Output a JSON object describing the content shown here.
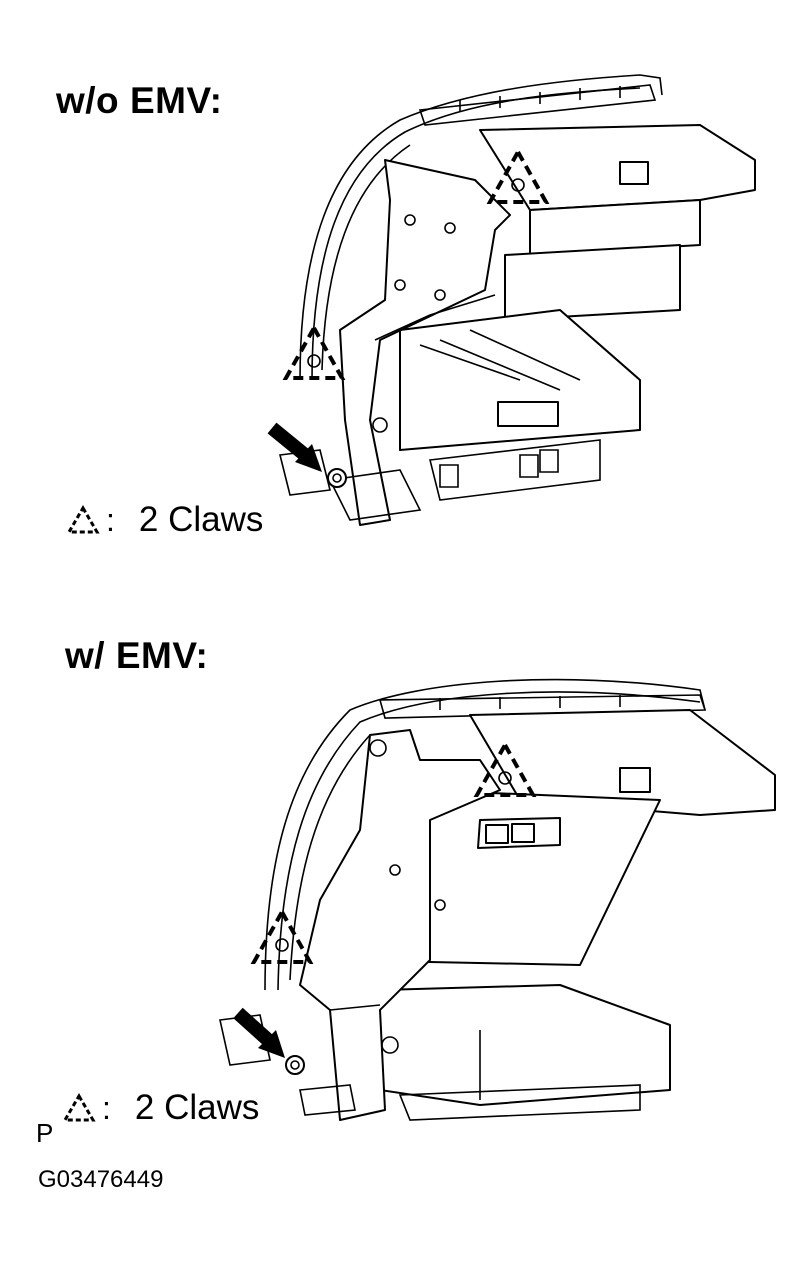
{
  "panels": [
    {
      "heading": "w/o EMV:",
      "legend_count_text": "2 Claws",
      "legend_symbol": "claw-triangle-icon"
    },
    {
      "heading": "w/ EMV:",
      "legend_count_text": "2 Claws",
      "legend_symbol": "claw-triangle-icon"
    }
  ],
  "footer": {
    "mark": "P",
    "figure_code": "G03476449"
  }
}
